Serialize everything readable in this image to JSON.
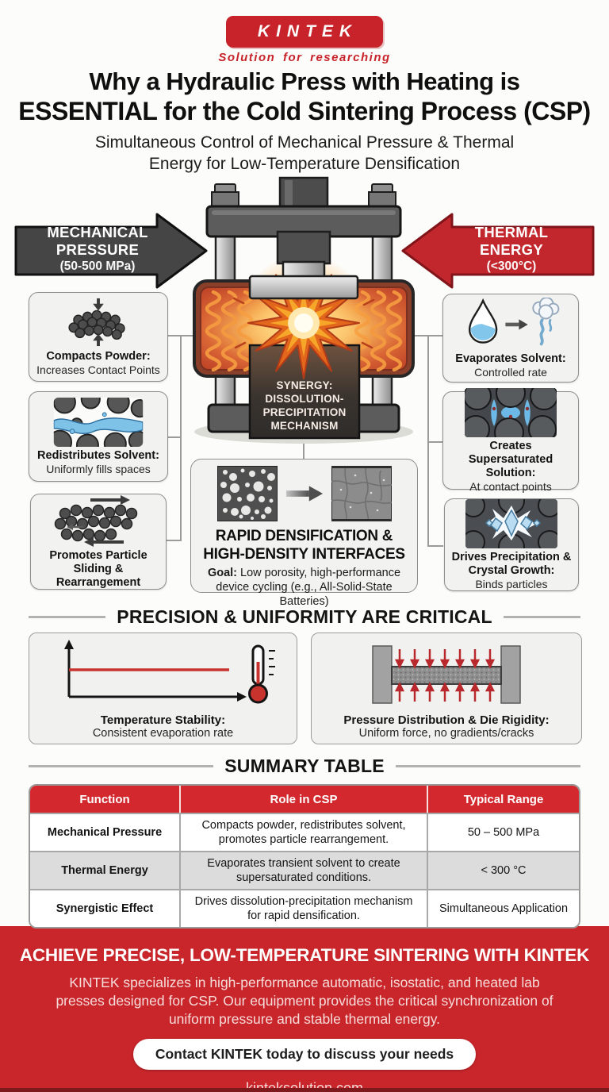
{
  "logo": {
    "name": "KINTEK",
    "tagline": "Solution for researching"
  },
  "header": {
    "title_line1": "Why a Hydraulic Press with Heating is",
    "title_line2": "ESSENTIAL for the Cold Sintering Process (CSP)",
    "subtitle_line1": "Simultaneous Control of Mechanical Pressure & Thermal",
    "subtitle_line2": "Energy for Low-Temperature Densification"
  },
  "diagram": {
    "left_arrow": {
      "line1": "MECHANICAL",
      "line2": "PRESSURE",
      "line3": "(50-500 MPa)"
    },
    "right_arrow": {
      "line1": "THERMAL",
      "line2": "ENERGY",
      "line3": "(<300°C)"
    },
    "left_boxes": [
      {
        "title": "Compacts Powder:",
        "subtitle": "Increases Contact Points",
        "icon": "particles-compress-icon"
      },
      {
        "title": "Redistributes Solvent:",
        "subtitle": "Uniformly fills spaces",
        "icon": "solvent-redistribution-icon"
      },
      {
        "title": "Promotes Particle Sliding & Rearrangement",
        "subtitle": "",
        "icon": "particle-sliding-icon"
      }
    ],
    "right_boxes": [
      {
        "title": "Evaporates Solvent:",
        "subtitle": "Controlled rate",
        "icon": "droplet-evaporation-icon"
      },
      {
        "title": "Creates Supersaturated Solution:",
        "subtitle": "At contact points",
        "icon": "supersaturated-solution-icon"
      },
      {
        "title": "Drives Precipitation & Crystal Growth:",
        "subtitle": "Binds particles",
        "icon": "crystal-growth-icon"
      }
    ],
    "synergy_lines": [
      "SYNERGY:",
      "DISSOLUTION-",
      "PRECIPITATION",
      "MECHANISM"
    ],
    "densification": {
      "title_line1": "RAPID DENSIFICATION &",
      "title_line2": "HIGH-DENSITY INTERFACES",
      "goal_label": "Goal:",
      "goal_text": "Low porosity, high-performance device cycling (e.g., All-Solid-State Batteries)"
    }
  },
  "precision": {
    "heading": "PRECISION & UNIFORMITY ARE CRITICAL",
    "boxes": [
      {
        "title": "Temperature Stability:",
        "subtitle": "Consistent evaporation rate",
        "icon": "temperature-stability-icon"
      },
      {
        "title": "Pressure Distribution & Die Rigidity:",
        "subtitle": "Uniform force, no gradients/cracks",
        "icon": "pressure-distribution-icon"
      }
    ]
  },
  "summary": {
    "heading": "SUMMARY TABLE",
    "columns": [
      "Function",
      "Role in CSP",
      "Typical Range"
    ],
    "rows": [
      {
        "function": "Mechanical Pressure",
        "role": "Compacts powder, redistributes solvent, promotes particle rearrangement.",
        "range": "50 – 500 MPa"
      },
      {
        "function": "Thermal Energy",
        "role": "Evaporates transient solvent to create supersaturated conditions.",
        "range": "< 300 °C"
      },
      {
        "function": "Synergistic Effect",
        "role": "Drives dissolution-precipitation mechanism for rapid densification.",
        "range": "Simultaneous Application"
      }
    ]
  },
  "footer": {
    "heading": "ACHIEVE PRECISE, LOW-TEMPERATURE SINTERING WITH KINTEK",
    "body": "KINTEK specializes in high-performance automatic, isostatic, and heated lab presses designed for CSP. Our equipment provides the critical synchronization of uniform pressure and stable thermal energy.",
    "cta": "Contact KINTEK today to discuss your needs",
    "website": "kinteksolution.com"
  },
  "colors": {
    "brand_red": "#c8232a",
    "arrow_red": "#c1272d",
    "table_header_red": "#d2282e",
    "footer_red": "#c9262b",
    "dark_gray_arrow": "#454545",
    "box_border": "#8e8e8e",
    "solvent_blue": "#7fc2e8"
  }
}
